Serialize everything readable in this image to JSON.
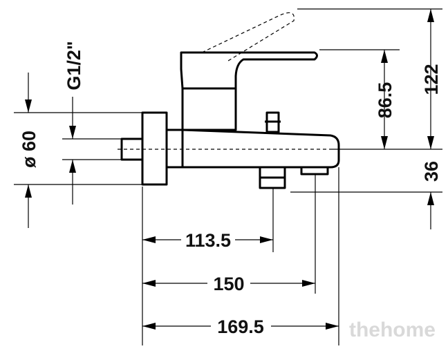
{
  "drawing": {
    "dimensions": {
      "thread": "G1/2\"",
      "diameter": "ø 60",
      "height_total": "122",
      "height_spout": "86.5",
      "height_outlet": "36",
      "dist_a": "113.5",
      "dist_b": "150",
      "dist_c": "169.5"
    },
    "watermark": "thehome"
  }
}
